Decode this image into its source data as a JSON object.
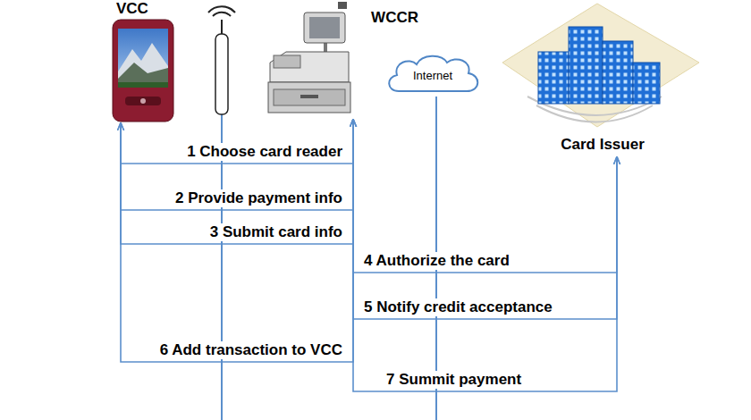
{
  "diagram": {
    "nodes": [
      {
        "text": [
          "VCC"
        ]
      },
      {
        "text": [
          "WCCR"
        ]
      },
      {
        "text": [
          "Internet"
        ]
      },
      {
        "text": [
          "Card Issuer"
        ]
      }
    ],
    "edges": [
      {
        "from": 0,
        "to": 1,
        "label": "1 Choose card reader",
        "arrow": "to"
      },
      {
        "from": 1,
        "to": 0,
        "label": "2 Provide payment info",
        "arrow": "to"
      },
      {
        "from": 0,
        "to": 1,
        "label": "3 Submit card info",
        "arrow": "to"
      },
      {
        "from": 1,
        "to": 3,
        "label": "4 Authorize the card",
        "arrow": "to"
      },
      {
        "from": 3,
        "to": 1,
        "label": "5 Notify credit acceptance",
        "arrow": "to"
      },
      {
        "from": 1,
        "to": 0,
        "label": "6 Add transaction to VCC",
        "arrow": "to"
      },
      {
        "from": 1,
        "to": 3,
        "label": "7 Summit payment",
        "arrow": "to"
      }
    ]
  }
}
